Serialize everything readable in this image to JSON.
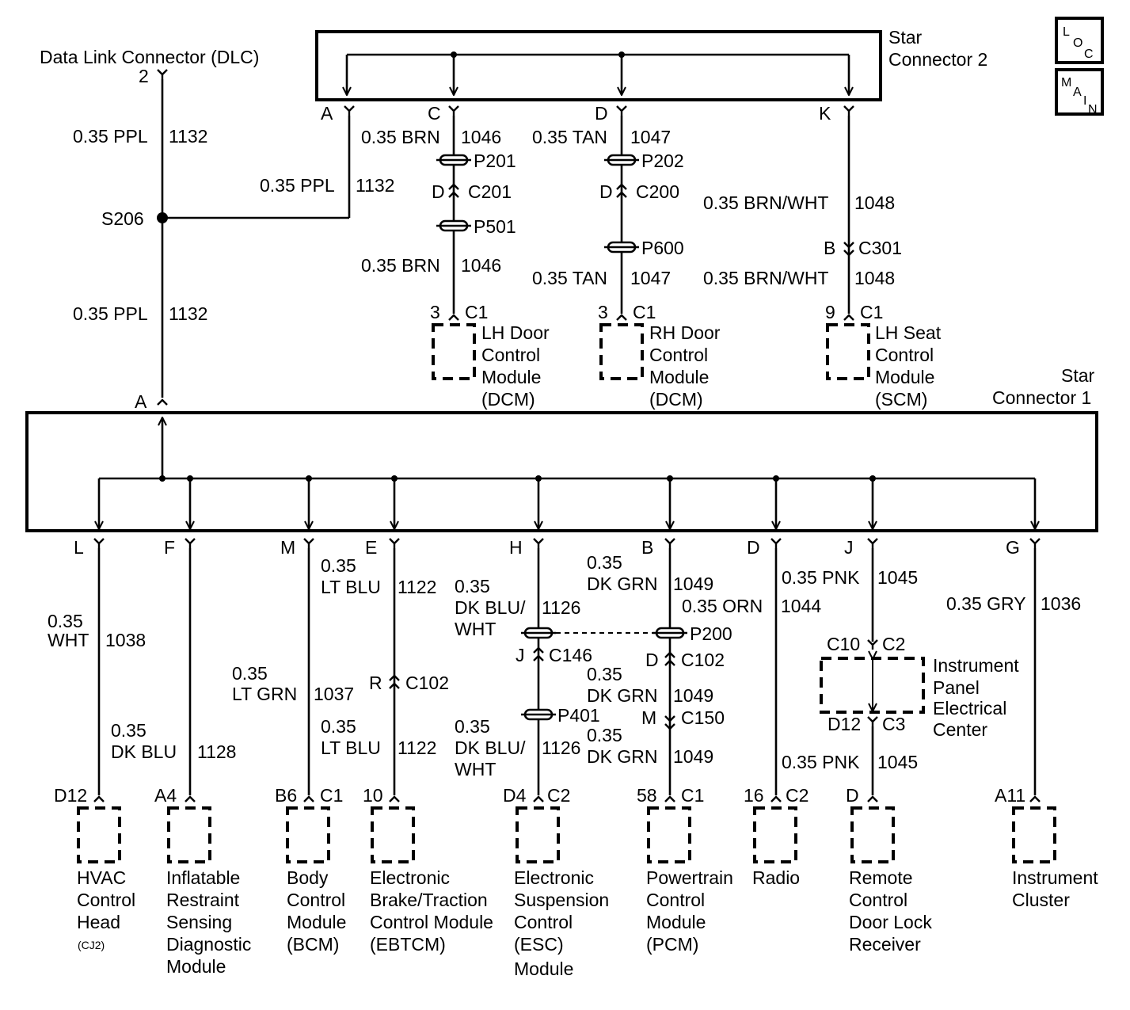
{
  "badges": {
    "loc": [
      "L",
      "O",
      "C"
    ],
    "main": [
      "M",
      "A",
      "I",
      "N"
    ]
  },
  "star2": {
    "label": [
      "Star",
      "Connector 2"
    ]
  },
  "star1": {
    "label": [
      "Star",
      "Connector 1"
    ]
  },
  "dlc": {
    "name": "Data Link Connector (DLC)",
    "pin": "2"
  },
  "splice": "S206",
  "top_wires": [
    {
      "pin": "A",
      "wire": "0.35 PPL",
      "circuit": "1132"
    },
    {
      "pin": "C",
      "wire1": "0.35 BRN",
      "circuit1": "1046",
      "p1": "P201",
      "conn_pin": "D",
      "conn": "C201",
      "p2": "P501",
      "wire2": "0.35 BRN",
      "circuit2": "1046",
      "mod_pin": "3",
      "mod_conn": "C1",
      "module": [
        "LH Door",
        "Control",
        "Module",
        "(DCM)"
      ]
    },
    {
      "pin": "D",
      "wire1": "0.35 TAN",
      "circuit1": "1047",
      "p1": "P202",
      "conn_pin": "D",
      "conn": "C200",
      "p2": "P600",
      "wire2": "0.35 TAN",
      "circuit2": "1047",
      "mod_pin": "3",
      "mod_conn": "C1",
      "module": [
        "RH Door",
        "Control",
        "Module",
        "(DCM)"
      ]
    },
    {
      "pin": "K",
      "wire1": "0.35 BRN/WHT",
      "circuit1": "1048",
      "conn_pin": "B",
      "conn": "C301",
      "wire2": "0.35 BRN/WHT",
      "circuit2": "1048",
      "mod_pin": "9",
      "mod_conn": "C1",
      "module": [
        "LH Seat",
        "Control",
        "Module",
        "(SCM)"
      ]
    }
  ],
  "dlc_wires": {
    "upper": {
      "wire": "0.35 PPL",
      "circuit": "1132"
    },
    "lower": {
      "wire": "0.35 PPL",
      "circuit": "1132"
    },
    "star1_pin": "A"
  },
  "bottom_wires": [
    {
      "pin": "L",
      "wire": [
        "0.35",
        "WHT"
      ],
      "circuit": "1038",
      "mod_pin": "D12",
      "mod_conn": "",
      "module": [
        "HVAC",
        "Control",
        "Head"
      ],
      "note": "(CJ2)"
    },
    {
      "pin": "F",
      "wire": [
        "0.35",
        "DK BLU"
      ],
      "circuit": "1128",
      "mod_pin": "A4",
      "mod_conn": "",
      "module": [
        "Inflatable",
        "Restraint",
        "Sensing",
        "Diagnostic",
        "Module"
      ]
    },
    {
      "pin": "M",
      "wire": [
        "0.35",
        "LT GRN"
      ],
      "circuit": "1037",
      "mod_pin": "B6",
      "mod_conn": "C1",
      "module": [
        "Body",
        "Control",
        "Module",
        "(BCM)"
      ]
    },
    {
      "pin": "E",
      "wire1": [
        "0.35",
        "LT BLU"
      ],
      "circuit1": "1122",
      "conn_pin": "R",
      "conn": "C102",
      "wire2": [
        "0.35",
        "LT BLU"
      ],
      "circuit2": "1122",
      "mod_pin": "10",
      "mod_conn": "",
      "module": [
        "Electronic",
        "Brake/Traction",
        "Control Module",
        "(EBTCM)"
      ]
    },
    {
      "pin": "H",
      "wire1": [
        "0.35",
        "DK BLU/",
        "WHT"
      ],
      "circuit1": "1126",
      "conn_pin": "J",
      "conn": "C146",
      "p2": "P401",
      "wire2": [
        "0.35",
        "DK BLU/",
        "WHT"
      ],
      "circuit2": "1126",
      "mod_pin": "D4",
      "mod_conn": "C2",
      "module": [
        "Electronic",
        "Suspension",
        "Control",
        "(ESC)",
        "Module"
      ]
    },
    {
      "pin": "B",
      "wire1": [
        "0.35",
        "DK GRN"
      ],
      "circuit1": "1049",
      "wire_orn": "0.35 ORN",
      "circuit_orn": "1044",
      "p1": "P200",
      "conn_pin": "D",
      "conn": "C102",
      "wire2": [
        "0.35",
        "DK GRN"
      ],
      "circuit2": "1049",
      "conn2_pin": "M",
      "conn2": "C150",
      "wire3": [
        "0.35",
        "DK GRN"
      ],
      "circuit3": "1049",
      "mod_pin": "58",
      "mod_conn": "C1",
      "module": [
        "Powertrain",
        "Control",
        "Module",
        "(PCM)"
      ]
    },
    {
      "pin": "D",
      "mod_pin": "16",
      "mod_conn": "C2",
      "module": [
        "Radio"
      ]
    },
    {
      "pin": "J",
      "wire1": "0.35 PNK",
      "circuit1": "1045",
      "ipec_in_pin": "C10",
      "ipec_in": "C2",
      "ipec_out_pin": "D12",
      "ipec_out": "C3",
      "ipec": [
        "Instrument",
        "Panel",
        "Electrical",
        "Center"
      ],
      "wire2": "0.35 PNK",
      "circuit2": "1045",
      "mod_pin": "D",
      "module": [
        "Remote",
        "Control",
        "Door Lock",
        "Receiver"
      ]
    },
    {
      "pin": "G",
      "wire": "0.35 GRY",
      "circuit": "1036",
      "mod_pin": "A11",
      "module": [
        "Instrument",
        "Cluster"
      ]
    }
  ]
}
